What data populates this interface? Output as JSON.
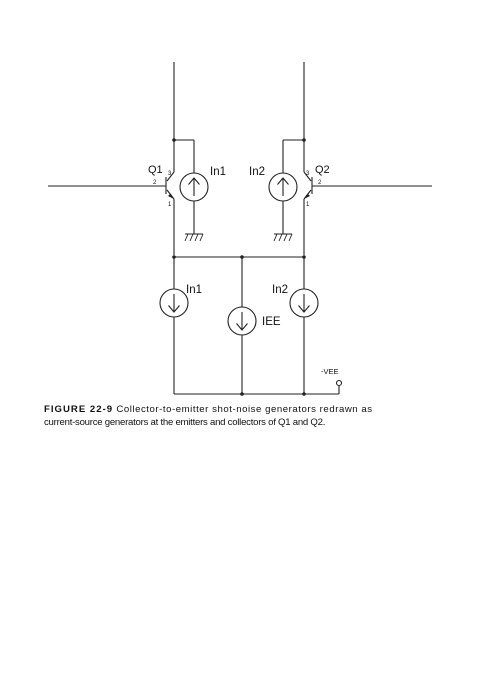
{
  "figure": {
    "labels": {
      "q1": "Q1",
      "q2": "Q2",
      "in1_top": "In1",
      "in2_top": "In2",
      "in1_bottom": "In1",
      "in2_bottom": "In2",
      "iee": "IEE",
      "vee": "-VEE",
      "q1_pin_collector": "3",
      "q1_pin_base": "2",
      "q1_pin_emitter": "1",
      "q2_pin_collector": "3",
      "q2_pin_base": "2",
      "q2_pin_emitter": "1"
    },
    "caption": {
      "figure_number": "FIGURE 22-9",
      "line1": "Collector-to-emitter shot-noise generators redrawn as",
      "line2": "current-source generators at the emitters and collectors of Q1 and Q2."
    }
  }
}
